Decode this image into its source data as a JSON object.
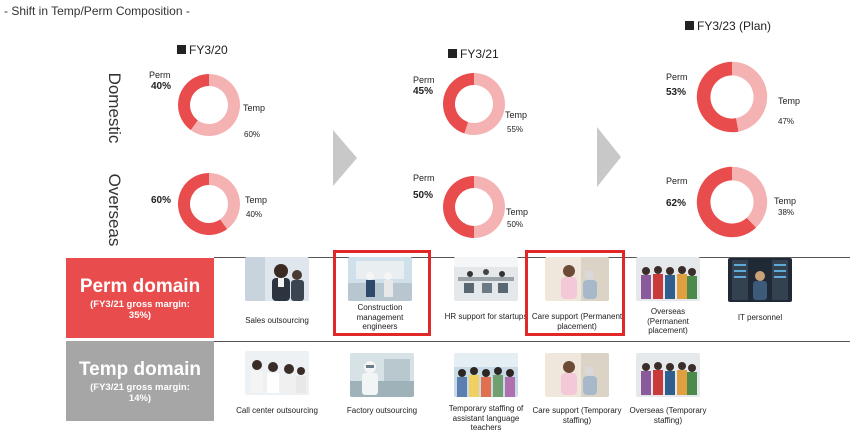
{
  "title": "- Shift in Temp/Perm Composition -",
  "row_labels": {
    "domestic": "Domestic",
    "overseas": "Overseas"
  },
  "colors": {
    "perm": "#e84c4c",
    "temp": "#f4b2b2",
    "arrow": "#c8c8c8",
    "perm_domain": "#e84c4c",
    "temp_domain": "#a6a6a6",
    "highlight": "#e02828"
  },
  "chart_data": [
    {
      "type": "pie",
      "period": "FY3/20",
      "segment": "Domestic",
      "labels": [
        "Perm",
        "Temp"
      ],
      "values": [
        40,
        60
      ],
      "display": [
        "40%",
        "60%"
      ]
    },
    {
      "type": "pie",
      "period": "FY3/20",
      "segment": "Overseas",
      "labels": [
        "Perm",
        "Temp"
      ],
      "values": [
        60,
        40
      ],
      "display": [
        "60%",
        "40%"
      ]
    },
    {
      "type": "pie",
      "period": "FY3/21",
      "segment": "Domestic",
      "labels": [
        "Perm",
        "Temp"
      ],
      "values": [
        45,
        55
      ],
      "display": [
        "45%",
        "55%"
      ]
    },
    {
      "type": "pie",
      "period": "FY3/21",
      "segment": "Overseas",
      "labels": [
        "Perm",
        "Temp"
      ],
      "values": [
        50,
        50
      ],
      "display": [
        "50%",
        "50%"
      ]
    },
    {
      "type": "pie",
      "period": "FY3/23 (Plan)",
      "segment": "Domestic",
      "labels": [
        "Perm",
        "Temp"
      ],
      "values": [
        53,
        47
      ],
      "display": [
        "53%",
        "47%"
      ]
    },
    {
      "type": "pie",
      "period": "FY3/23 (Plan)",
      "segment": "Overseas",
      "labels": [
        "Perm",
        "Temp"
      ],
      "values": [
        62,
        38
      ],
      "display": [
        "62%",
        "38%"
      ]
    }
  ],
  "perm_domain": {
    "title": "Perm domain",
    "subtitle": "(FY3/21 gross margin: 35%)",
    "items": [
      {
        "caption": "Sales outsourcing",
        "icon": "sales-photo-icon",
        "highlighted": false
      },
      {
        "caption": "Construction management engineers",
        "icon": "construction-photo-icon",
        "highlighted": true
      },
      {
        "caption": "HR support for startups",
        "icon": "office-photo-icon",
        "highlighted": false
      },
      {
        "caption": "Care support (Permanent placement)",
        "icon": "care-photo-icon",
        "highlighted": true
      },
      {
        "caption": "Overseas (Permanent placement)",
        "icon": "group-photo-icon",
        "highlighted": false
      },
      {
        "caption": "IT personnel",
        "icon": "server-photo-icon",
        "highlighted": false
      }
    ]
  },
  "temp_domain": {
    "title": "Temp domain",
    "subtitle": "(FY3/21 gross margin: 14%)",
    "items": [
      {
        "caption": "Call center outsourcing",
        "icon": "callcenter-photo-icon"
      },
      {
        "caption": "Factory outsourcing",
        "icon": "factory-photo-icon"
      },
      {
        "caption": "Temporary staffing of assistant language teachers",
        "icon": "classroom-photo-icon"
      },
      {
        "caption": "Care support (Temporary staffing)",
        "icon": "care-photo-icon"
      },
      {
        "caption": "Overseas (Temporary staffing)",
        "icon": "group-photo-icon"
      }
    ]
  }
}
